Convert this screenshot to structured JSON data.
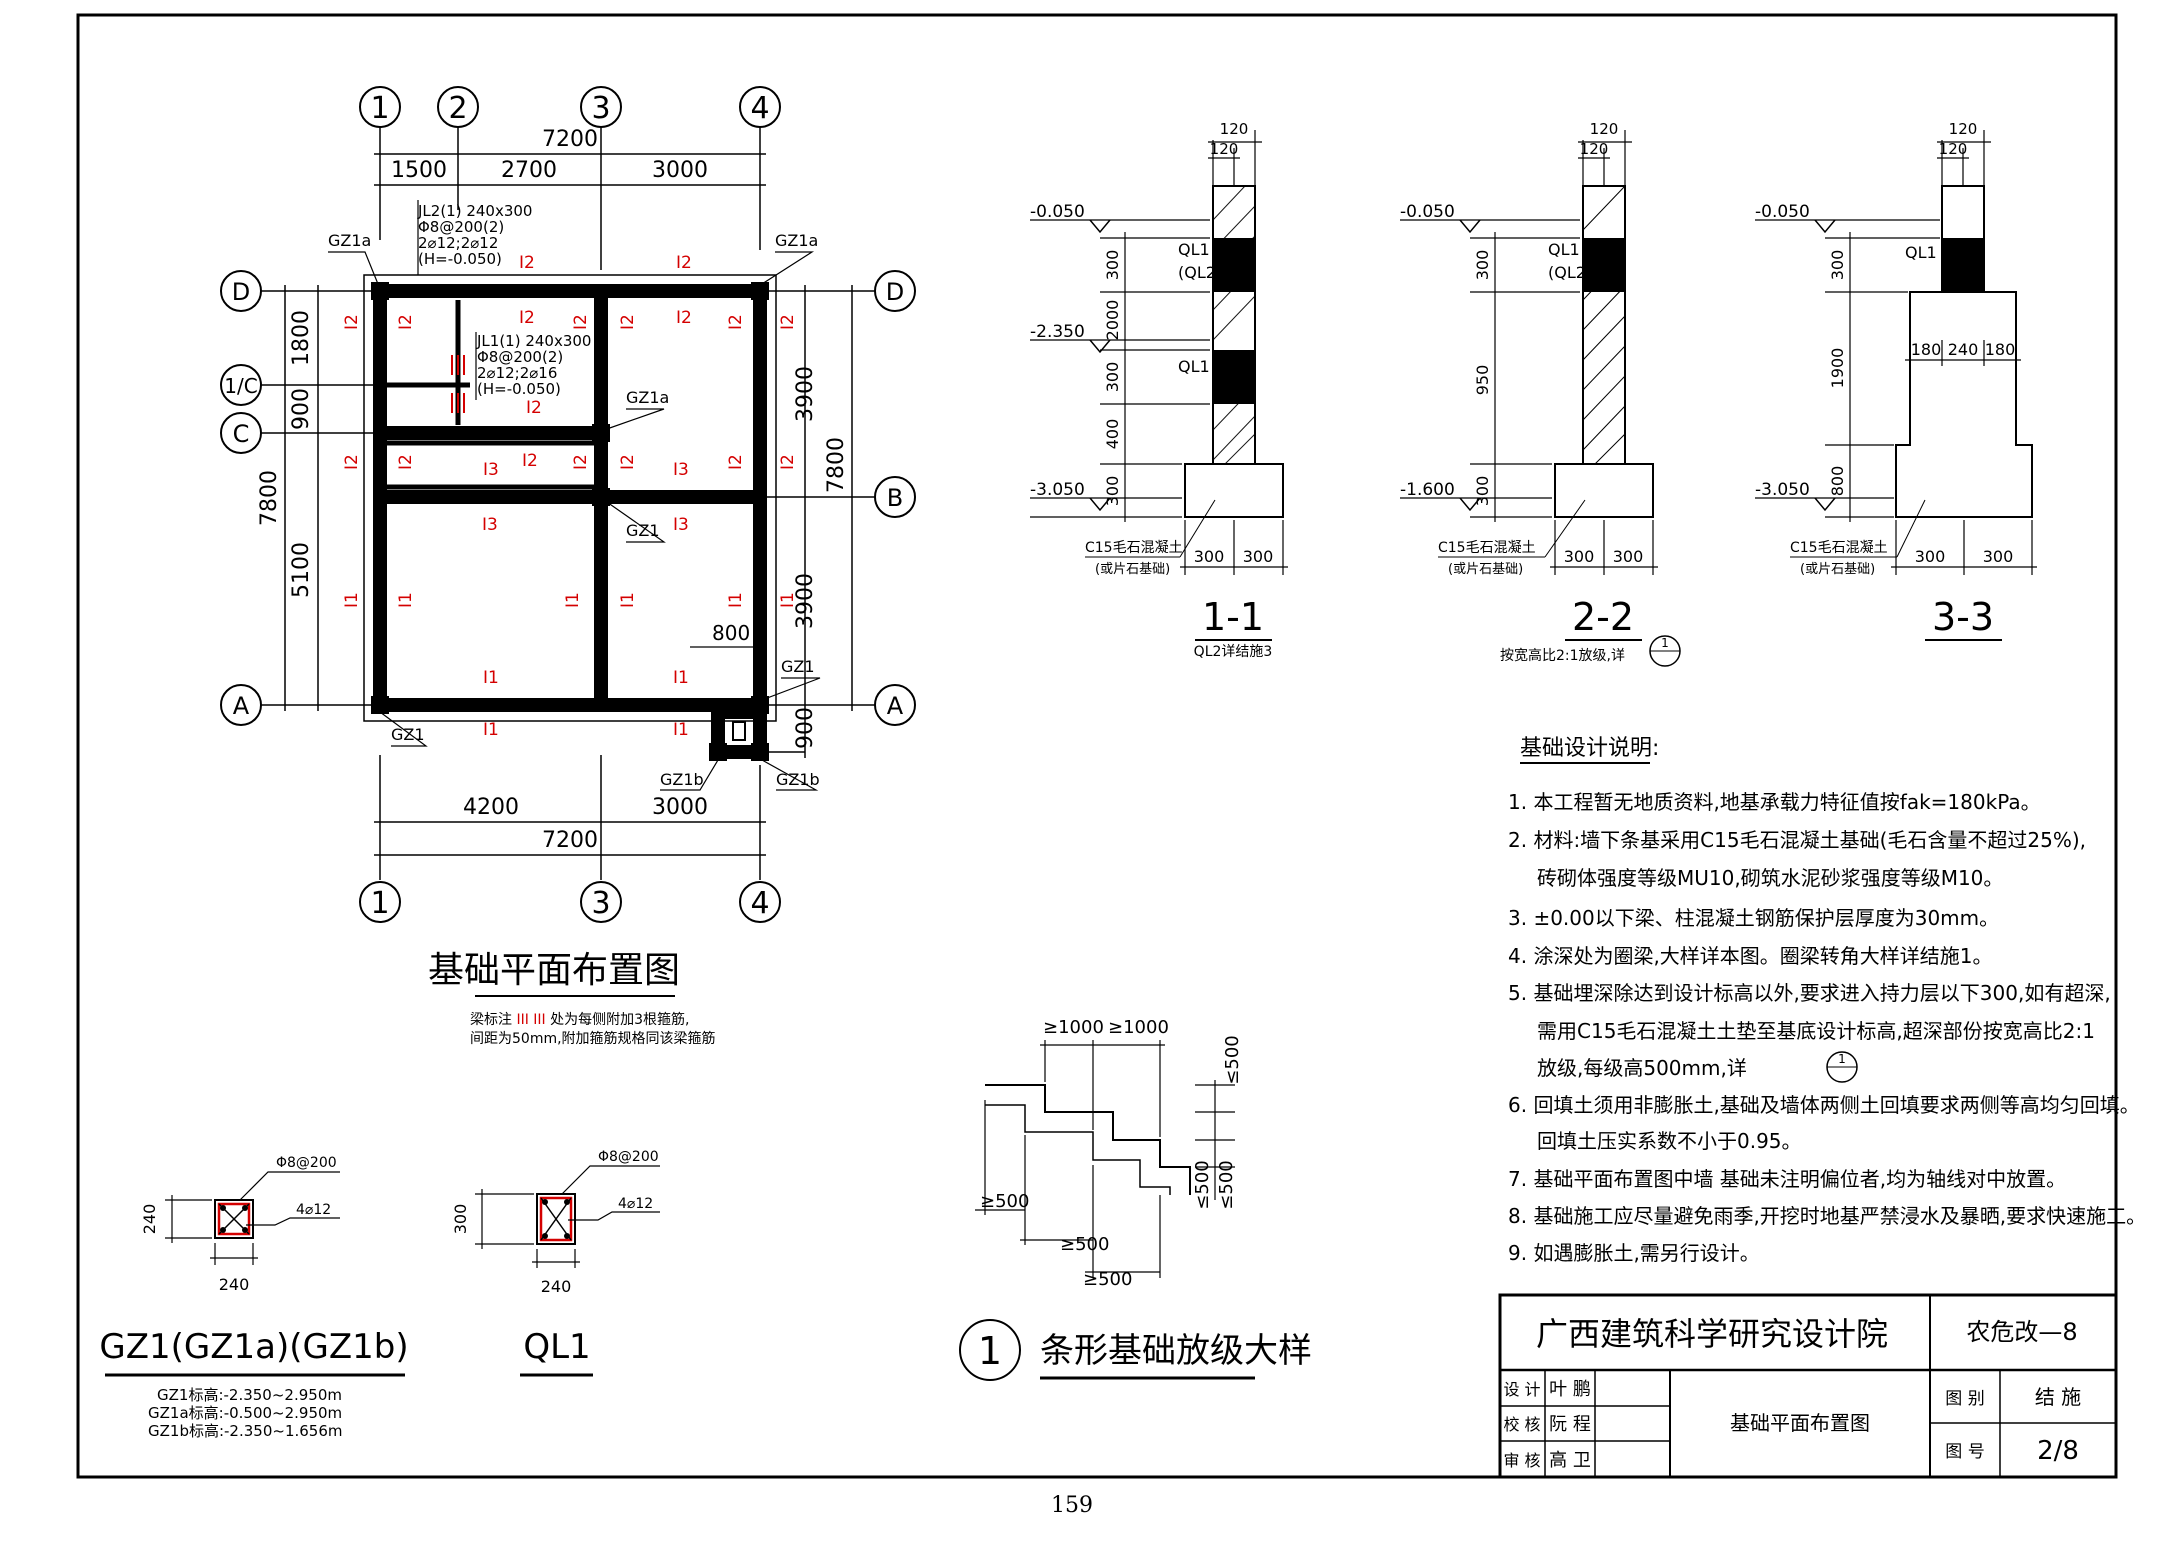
{
  "plan": {
    "axes_top": [
      "1",
      "2",
      "3",
      "4"
    ],
    "axes_bottom": [
      "1",
      "3",
      "4"
    ],
    "axes_left": [
      "D",
      "1/C",
      "C",
      "A"
    ],
    "axes_right": [
      "D",
      "B",
      "A"
    ],
    "dims_top_total": "7200",
    "dims_top": [
      "1500",
      "2700",
      "3000"
    ],
    "dims_bottom": [
      "4200",
      "3000"
    ],
    "dims_bottom_total": "7200",
    "dims_left_inner": [
      "1800",
      "900",
      "5100"
    ],
    "dims_left_total": "7800",
    "dims_right_inner": [
      "3900",
      "3900",
      "900"
    ],
    "dims_right_total": "7800",
    "dim_800": "800",
    "jl2_note": [
      "JL2(1) 240x300",
      "Φ8@200(2)",
      "2⌀12;2⌀12",
      "(H=-0.050)"
    ],
    "jl1_note": [
      "JL1(1) 240x300",
      "Φ8@200(2)",
      "2⌀12;2⌀16",
      "(H=-0.050)"
    ],
    "col_labels": {
      "gz1a": "GZ1a",
      "gz1": "GZ1",
      "gz1b": "GZ1b"
    },
    "beam_tags": {
      "I1": "I1",
      "I2": "I2",
      "I3": "I3"
    },
    "title": "基础平面布置图",
    "note_1_pre": "梁标注",
    "note_1_post": "处为每侧附加3根箍筋,",
    "note_2": "间距为50mm,附加箍筋规格同该梁箍筋"
  },
  "sections": {
    "s11": {
      "elev_top": "-0.050",
      "elev_mid": "-2.350",
      "elev_bot": "-3.050",
      "dims": [
        "300",
        "2000",
        "300",
        "400",
        "300"
      ],
      "ql_a": "QL1",
      "ql_a2": "(QL2)",
      "ql_b": "QL1",
      "mat1": "C15毛石混凝土",
      "mat2": "(或片石基础)",
      "w_top": "120",
      "w_top2": "120",
      "w_bot": [
        "300",
        "300"
      ],
      "title": "1-1",
      "sub": "QL2详结施3"
    },
    "s22": {
      "elev_top": "-0.050",
      "elev_bot": "-1.600",
      "dims": [
        "300",
        "950",
        "300"
      ],
      "ql_a": "QL1",
      "ql_a2": "(QL2)",
      "mat1": "C15毛石混凝土",
      "mat2": "(或片石基础)",
      "w_top": "120",
      "w_top2": "120",
      "w_bot": [
        "300",
        "300"
      ],
      "title": "2-2",
      "sub": "按宽高比2:1放级,详",
      "sub_ref": "1"
    },
    "s33": {
      "elev_top": "-0.050",
      "elev_bot": "-3.050",
      "dims": [
        "300",
        "1900",
        "800"
      ],
      "ql_a": "QL1",
      "w_top": "120",
      "w_top2": "120",
      "w_mid": [
        "180",
        "240",
        "180"
      ],
      "mat1": "C15毛石混凝土",
      "mat2": "(或片石基础)",
      "w_bot": [
        "300",
        "300"
      ],
      "title": "3-3"
    }
  },
  "notes": {
    "heading": "基础设计说明:",
    "items": [
      "1. 本工程暂无地质资料,地基承载力特征值按fak=180kPa。",
      "2. 材料:墙下条基采用C15毛石混凝土基础(毛石含量不超过25%),",
      "砖砌体强度等级MU10,砌筑水泥砂浆强度等级M10。",
      "3. ±0.00以下梁、柱混凝土钢筋保护层厚度为30mm。",
      "4. 涂深处为圈梁,大样详本图。圈梁转角大样详结施1。",
      "5. 基础埋深除达到设计标高以外,要求进入持力层以下300,如有超深,",
      "需用C15毛石混凝土土垫至基底设计标高,超深部份按宽高比2:1",
      "放级,每级高500mm,详",
      "6. 回填土须用非膨胀土,基础及墙体两侧土回填要求两侧等高均匀回填。",
      "回填土压实系数不小于0.95。",
      "7. 基础平面布置图中墙 基础未注明偏位者,均为轴线对中放置。",
      "8. 基础施工应尽量避免雨季,开挖时地基严禁浸水及暴晒,要求快速施工。",
      "9. 如遇膨胀土,需另行设计。"
    ],
    "ref_num": "1"
  },
  "details": {
    "gz": {
      "top": "Φ8@200",
      "side": "4⌀12",
      "h": "240",
      "w": "240",
      "title": "GZ1(GZ1a)(GZ1b)",
      "specs": [
        "GZ1标高:-2.350~2.950m",
        "GZ1a标高:-0.500~2.950m",
        "GZ1b标高:-2.350~1.656m"
      ]
    },
    "ql": {
      "top": "Φ8@200",
      "side": "4⌀12",
      "h": "300",
      "w": "240",
      "title": "QL1"
    },
    "step": {
      "num": "1",
      "title": "条形基础放级大样",
      "d1": "≥1000",
      "d2": "≥1000",
      "v1": "≤500",
      "v2": "≤500",
      "v3": "≤500",
      "s1": "≥500",
      "s2": "≥500",
      "s3": "≥500"
    }
  },
  "titleblock": {
    "institute": "广西建筑科学研究设计院",
    "code": "农危改—8",
    "rows": [
      {
        "role": "设 计",
        "name": "叶 鹏"
      },
      {
        "role": "校 核",
        "name": "阮 程"
      },
      {
        "role": "审 核",
        "name": "高 卫"
      }
    ],
    "drawing_name": "基础平面布置图",
    "cat_label": "图 别",
    "cat_value": "结 施",
    "no_label": "图 号",
    "no_value": "2/8"
  },
  "page_number": "159"
}
